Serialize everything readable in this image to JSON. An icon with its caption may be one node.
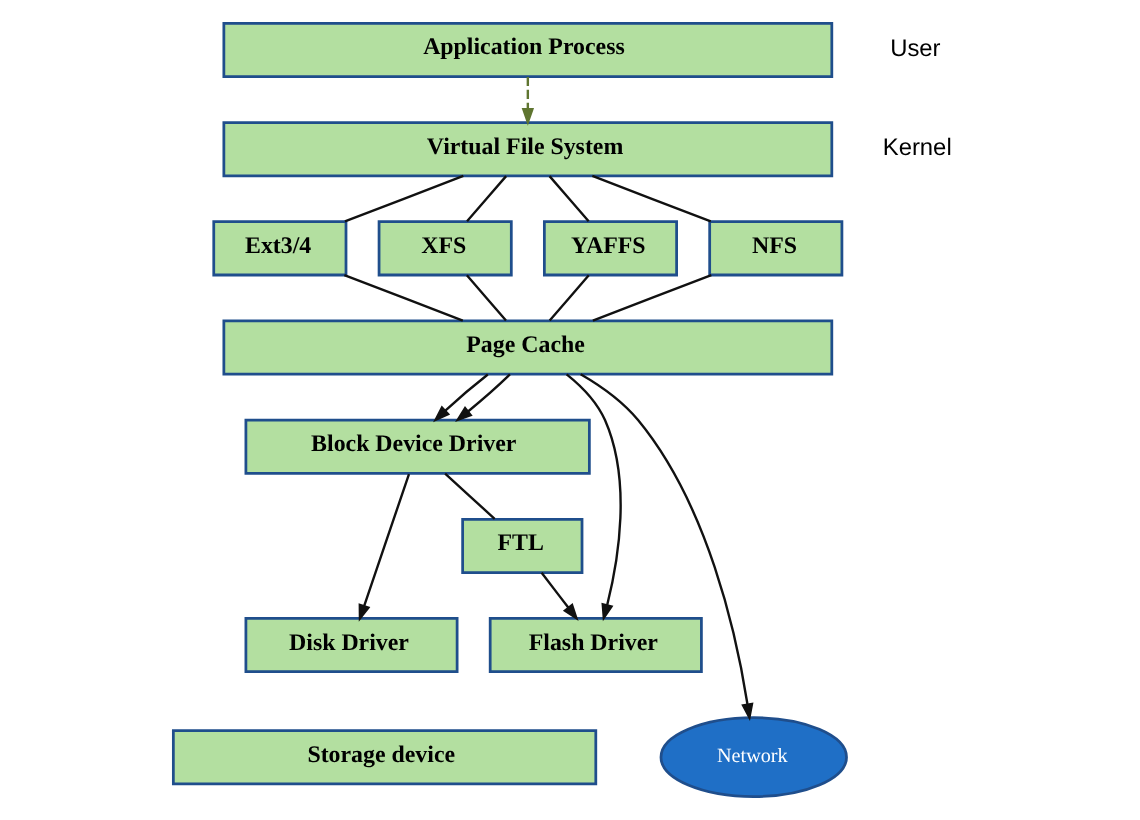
{
  "diagram": {
    "nodes": [
      {
        "text": [
          "Application Process"
        ]
      },
      {
        "text": [
          "Virtual File System"
        ]
      },
      {
        "text": [
          "Ext3/4"
        ]
      },
      {
        "text": [
          "XFS"
        ]
      },
      {
        "text": [
          "YAFFS"
        ]
      },
      {
        "text": [
          "NFS"
        ]
      },
      {
        "text": [
          "Page Cache"
        ]
      },
      {
        "text": [
          "Block Device Driver"
        ]
      },
      {
        "text": [
          "FTL"
        ]
      },
      {
        "text": [
          "Disk Driver"
        ]
      },
      {
        "text": [
          "Flash Driver"
        ]
      },
      {
        "text": [
          "Storage device"
        ]
      },
      {
        "text": [
          "Network"
        ]
      }
    ],
    "edges": [
      {
        "from": 0,
        "to": 1,
        "arrow": "to",
        "style": "dashed",
        "color": "#5f7530"
      },
      {
        "from": 1,
        "to": 2,
        "arrow": "none"
      },
      {
        "from": 1,
        "to": 3,
        "arrow": "none"
      },
      {
        "from": 1,
        "to": 4,
        "arrow": "none"
      },
      {
        "from": 1,
        "to": 5,
        "arrow": "none"
      },
      {
        "from": 2,
        "to": 6,
        "arrow": "none"
      },
      {
        "from": 3,
        "to": 6,
        "arrow": "none"
      },
      {
        "from": 4,
        "to": 6,
        "arrow": "none"
      },
      {
        "from": 5,
        "to": 6,
        "arrow": "none"
      },
      {
        "from": 6,
        "to": 7,
        "arrow": "to"
      },
      {
        "from": 6,
        "to": 7,
        "arrow": "to"
      },
      {
        "from": 6,
        "to": 10,
        "arrow": "to"
      },
      {
        "from": 6,
        "to": 12,
        "arrow": "to"
      },
      {
        "from": 7,
        "to": 9,
        "arrow": "to"
      },
      {
        "from": 7,
        "to": 8,
        "arrow": "none"
      },
      {
        "from": 8,
        "to": 10,
        "arrow": "to"
      }
    ],
    "labels": [
      "User",
      "Kernel"
    ]
  }
}
